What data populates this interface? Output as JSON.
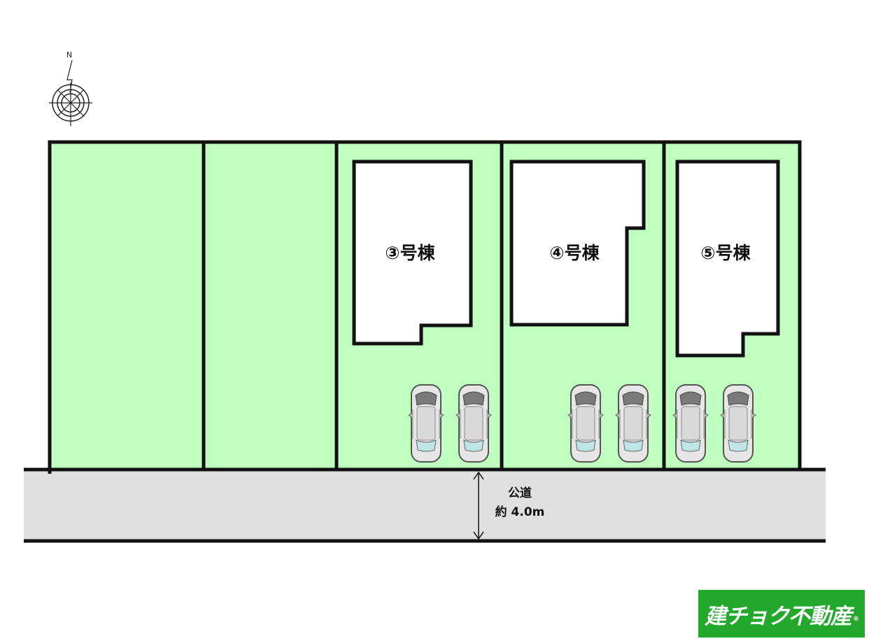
{
  "colors": {
    "lot_fill": "#bfffbf",
    "road_fill": "#e0e0e0",
    "outline": "#111111",
    "building_fill": "#ffffff",
    "logo_bg": "#22a82b"
  },
  "compass": {
    "north_label": "N"
  },
  "lots": [
    {
      "id": "lot-1",
      "house_label": ""
    },
    {
      "id": "lot-2",
      "house_label": ""
    },
    {
      "id": "lot-3",
      "house_label": "③号棟",
      "parking_spaces": 2
    },
    {
      "id": "lot-4",
      "house_label": "④号棟",
      "parking_spaces": 2
    },
    {
      "id": "lot-5",
      "house_label": "⑤号棟",
      "parking_spaces": 2
    }
  ],
  "road": {
    "name": "公道",
    "width_label": "約 4.0m"
  },
  "logo": {
    "text": "建チョク不動産",
    "mark": "®"
  }
}
